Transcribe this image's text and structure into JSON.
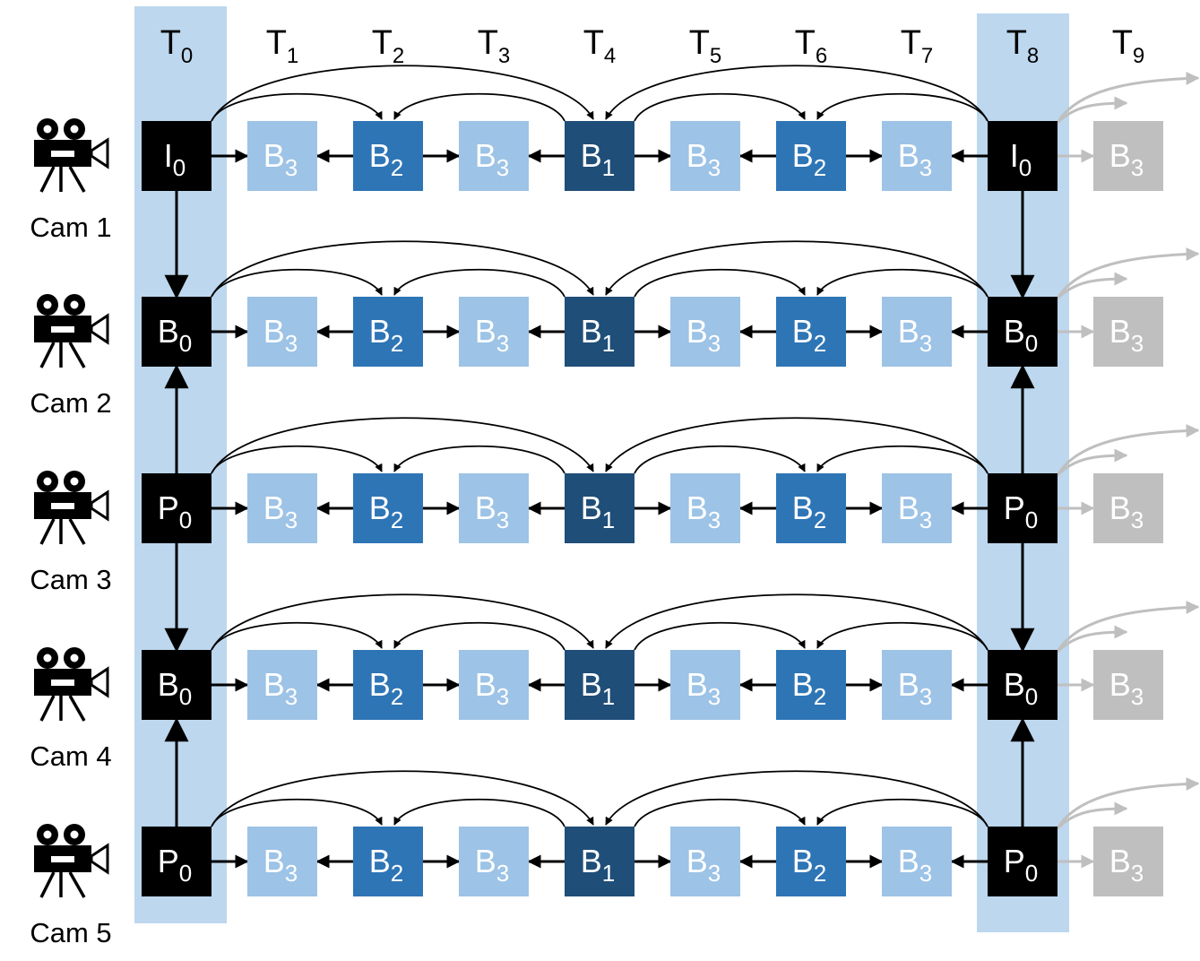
{
  "time_labels": [
    {
      "base": "T",
      "sub": "0"
    },
    {
      "base": "T",
      "sub": "1"
    },
    {
      "base": "T",
      "sub": "2"
    },
    {
      "base": "T",
      "sub": "3"
    },
    {
      "base": "T",
      "sub": "4"
    },
    {
      "base": "T",
      "sub": "5"
    },
    {
      "base": "T",
      "sub": "6"
    },
    {
      "base": "T",
      "sub": "7"
    },
    {
      "base": "T",
      "sub": "8"
    },
    {
      "base": "T",
      "sub": "9"
    }
  ],
  "cameras": [
    {
      "label": "Cam 1",
      "frames": [
        {
          "base": "I",
          "sub": "0",
          "kind": "key"
        },
        {
          "base": "B",
          "sub": "3",
          "kind": "b3"
        },
        {
          "base": "B",
          "sub": "2",
          "kind": "b2"
        },
        {
          "base": "B",
          "sub": "3",
          "kind": "b3"
        },
        {
          "base": "B",
          "sub": "1",
          "kind": "b1"
        },
        {
          "base": "B",
          "sub": "3",
          "kind": "b3"
        },
        {
          "base": "B",
          "sub": "2",
          "kind": "b2"
        },
        {
          "base": "B",
          "sub": "3",
          "kind": "b3"
        },
        {
          "base": "I",
          "sub": "0",
          "kind": "key"
        },
        {
          "base": "B",
          "sub": "3",
          "kind": "next"
        }
      ]
    },
    {
      "label": "Cam 2",
      "frames": [
        {
          "base": "B",
          "sub": "0",
          "kind": "key"
        },
        {
          "base": "B",
          "sub": "3",
          "kind": "b3"
        },
        {
          "base": "B",
          "sub": "2",
          "kind": "b2"
        },
        {
          "base": "B",
          "sub": "3",
          "kind": "b3"
        },
        {
          "base": "B",
          "sub": "1",
          "kind": "b1"
        },
        {
          "base": "B",
          "sub": "3",
          "kind": "b3"
        },
        {
          "base": "B",
          "sub": "2",
          "kind": "b2"
        },
        {
          "base": "B",
          "sub": "3",
          "kind": "b3"
        },
        {
          "base": "B",
          "sub": "0",
          "kind": "key"
        },
        {
          "base": "B",
          "sub": "3",
          "kind": "next"
        }
      ]
    },
    {
      "label": "Cam 3",
      "frames": [
        {
          "base": "P",
          "sub": "0",
          "kind": "key"
        },
        {
          "base": "B",
          "sub": "3",
          "kind": "b3"
        },
        {
          "base": "B",
          "sub": "2",
          "kind": "b2"
        },
        {
          "base": "B",
          "sub": "3",
          "kind": "b3"
        },
        {
          "base": "B",
          "sub": "1",
          "kind": "b1"
        },
        {
          "base": "B",
          "sub": "3",
          "kind": "b3"
        },
        {
          "base": "B",
          "sub": "2",
          "kind": "b2"
        },
        {
          "base": "B",
          "sub": "3",
          "kind": "b3"
        },
        {
          "base": "P",
          "sub": "0",
          "kind": "key"
        },
        {
          "base": "B",
          "sub": "3",
          "kind": "next"
        }
      ]
    },
    {
      "label": "Cam 4",
      "frames": [
        {
          "base": "B",
          "sub": "0",
          "kind": "key"
        },
        {
          "base": "B",
          "sub": "3",
          "kind": "b3"
        },
        {
          "base": "B",
          "sub": "2",
          "kind": "b2"
        },
        {
          "base": "B",
          "sub": "3",
          "kind": "b3"
        },
        {
          "base": "B",
          "sub": "1",
          "kind": "b1"
        },
        {
          "base": "B",
          "sub": "3",
          "kind": "b3"
        },
        {
          "base": "B",
          "sub": "2",
          "kind": "b2"
        },
        {
          "base": "B",
          "sub": "3",
          "kind": "b3"
        },
        {
          "base": "B",
          "sub": "0",
          "kind": "key"
        },
        {
          "base": "B",
          "sub": "3",
          "kind": "next"
        }
      ]
    },
    {
      "label": "Cam 5",
      "frames": [
        {
          "base": "P",
          "sub": "0",
          "kind": "key"
        },
        {
          "base": "B",
          "sub": "3",
          "kind": "b3"
        },
        {
          "base": "B",
          "sub": "2",
          "kind": "b2"
        },
        {
          "base": "B",
          "sub": "3",
          "kind": "b3"
        },
        {
          "base": "B",
          "sub": "1",
          "kind": "b1"
        },
        {
          "base": "B",
          "sub": "3",
          "kind": "b3"
        },
        {
          "base": "B",
          "sub": "2",
          "kind": "b2"
        },
        {
          "base": "B",
          "sub": "3",
          "kind": "b3"
        },
        {
          "base": "P",
          "sub": "0",
          "kind": "key"
        },
        {
          "base": "B",
          "sub": "3",
          "kind": "next"
        }
      ]
    }
  ],
  "highlighted_columns": [
    0,
    8
  ],
  "colors": {
    "key": "#000000",
    "b1": "#1f4e79",
    "b2": "#2e75b6",
    "b3": "#9dc3e6",
    "next": "#bfbfbf",
    "column_highlight": "#bdd7ee",
    "arrow": "#000000",
    "next_arrow": "#bfbfbf",
    "text_on_dark": "#ffffff",
    "text_on_light": "#ffffff"
  },
  "icons": {
    "camera": "movie-camera-icon"
  }
}
